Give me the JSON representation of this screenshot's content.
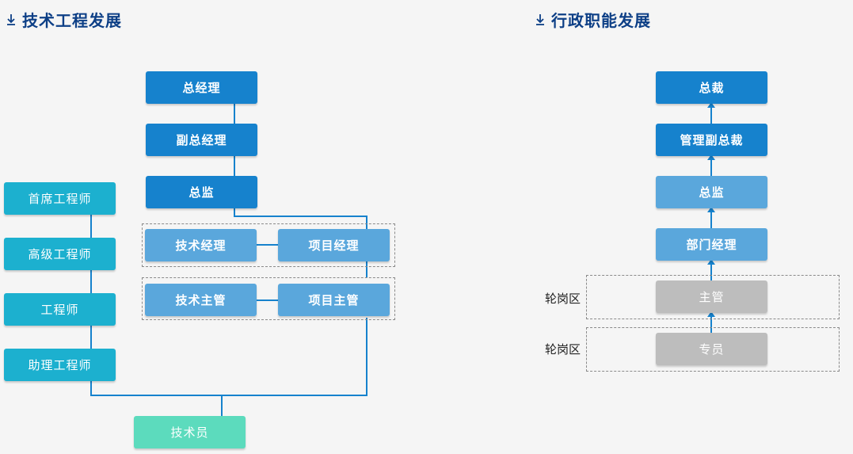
{
  "left": {
    "title": "技术工程发展",
    "management": [
      "总经理",
      "副总经理",
      "总监"
    ],
    "managers": [
      "技术经理",
      "项目经理"
    ],
    "supervisors": [
      "技术主管",
      "项目主管"
    ],
    "engineers": [
      "首席工程师",
      "高级工程师",
      "工程师",
      "助理工程师"
    ],
    "technician": "技术员"
  },
  "right": {
    "title": "行政职能发展",
    "levels": [
      "总裁",
      "管理副总裁",
      "总监",
      "部门经理"
    ],
    "rotation": [
      "主管",
      "专员"
    ],
    "rotation_label": "轮岗区"
  },
  "colors": {
    "title": "#0d3f86",
    "dark_blue": "#1682cd",
    "mid_blue": "#5aa7dc",
    "teal": "#1cb0cf",
    "mint": "#5cdbbd",
    "gray": "#bdbdbd",
    "line": "#1682cd"
  },
  "icons": {
    "section": "download-arrow-icon",
    "connector": "arrow-up-icon"
  }
}
